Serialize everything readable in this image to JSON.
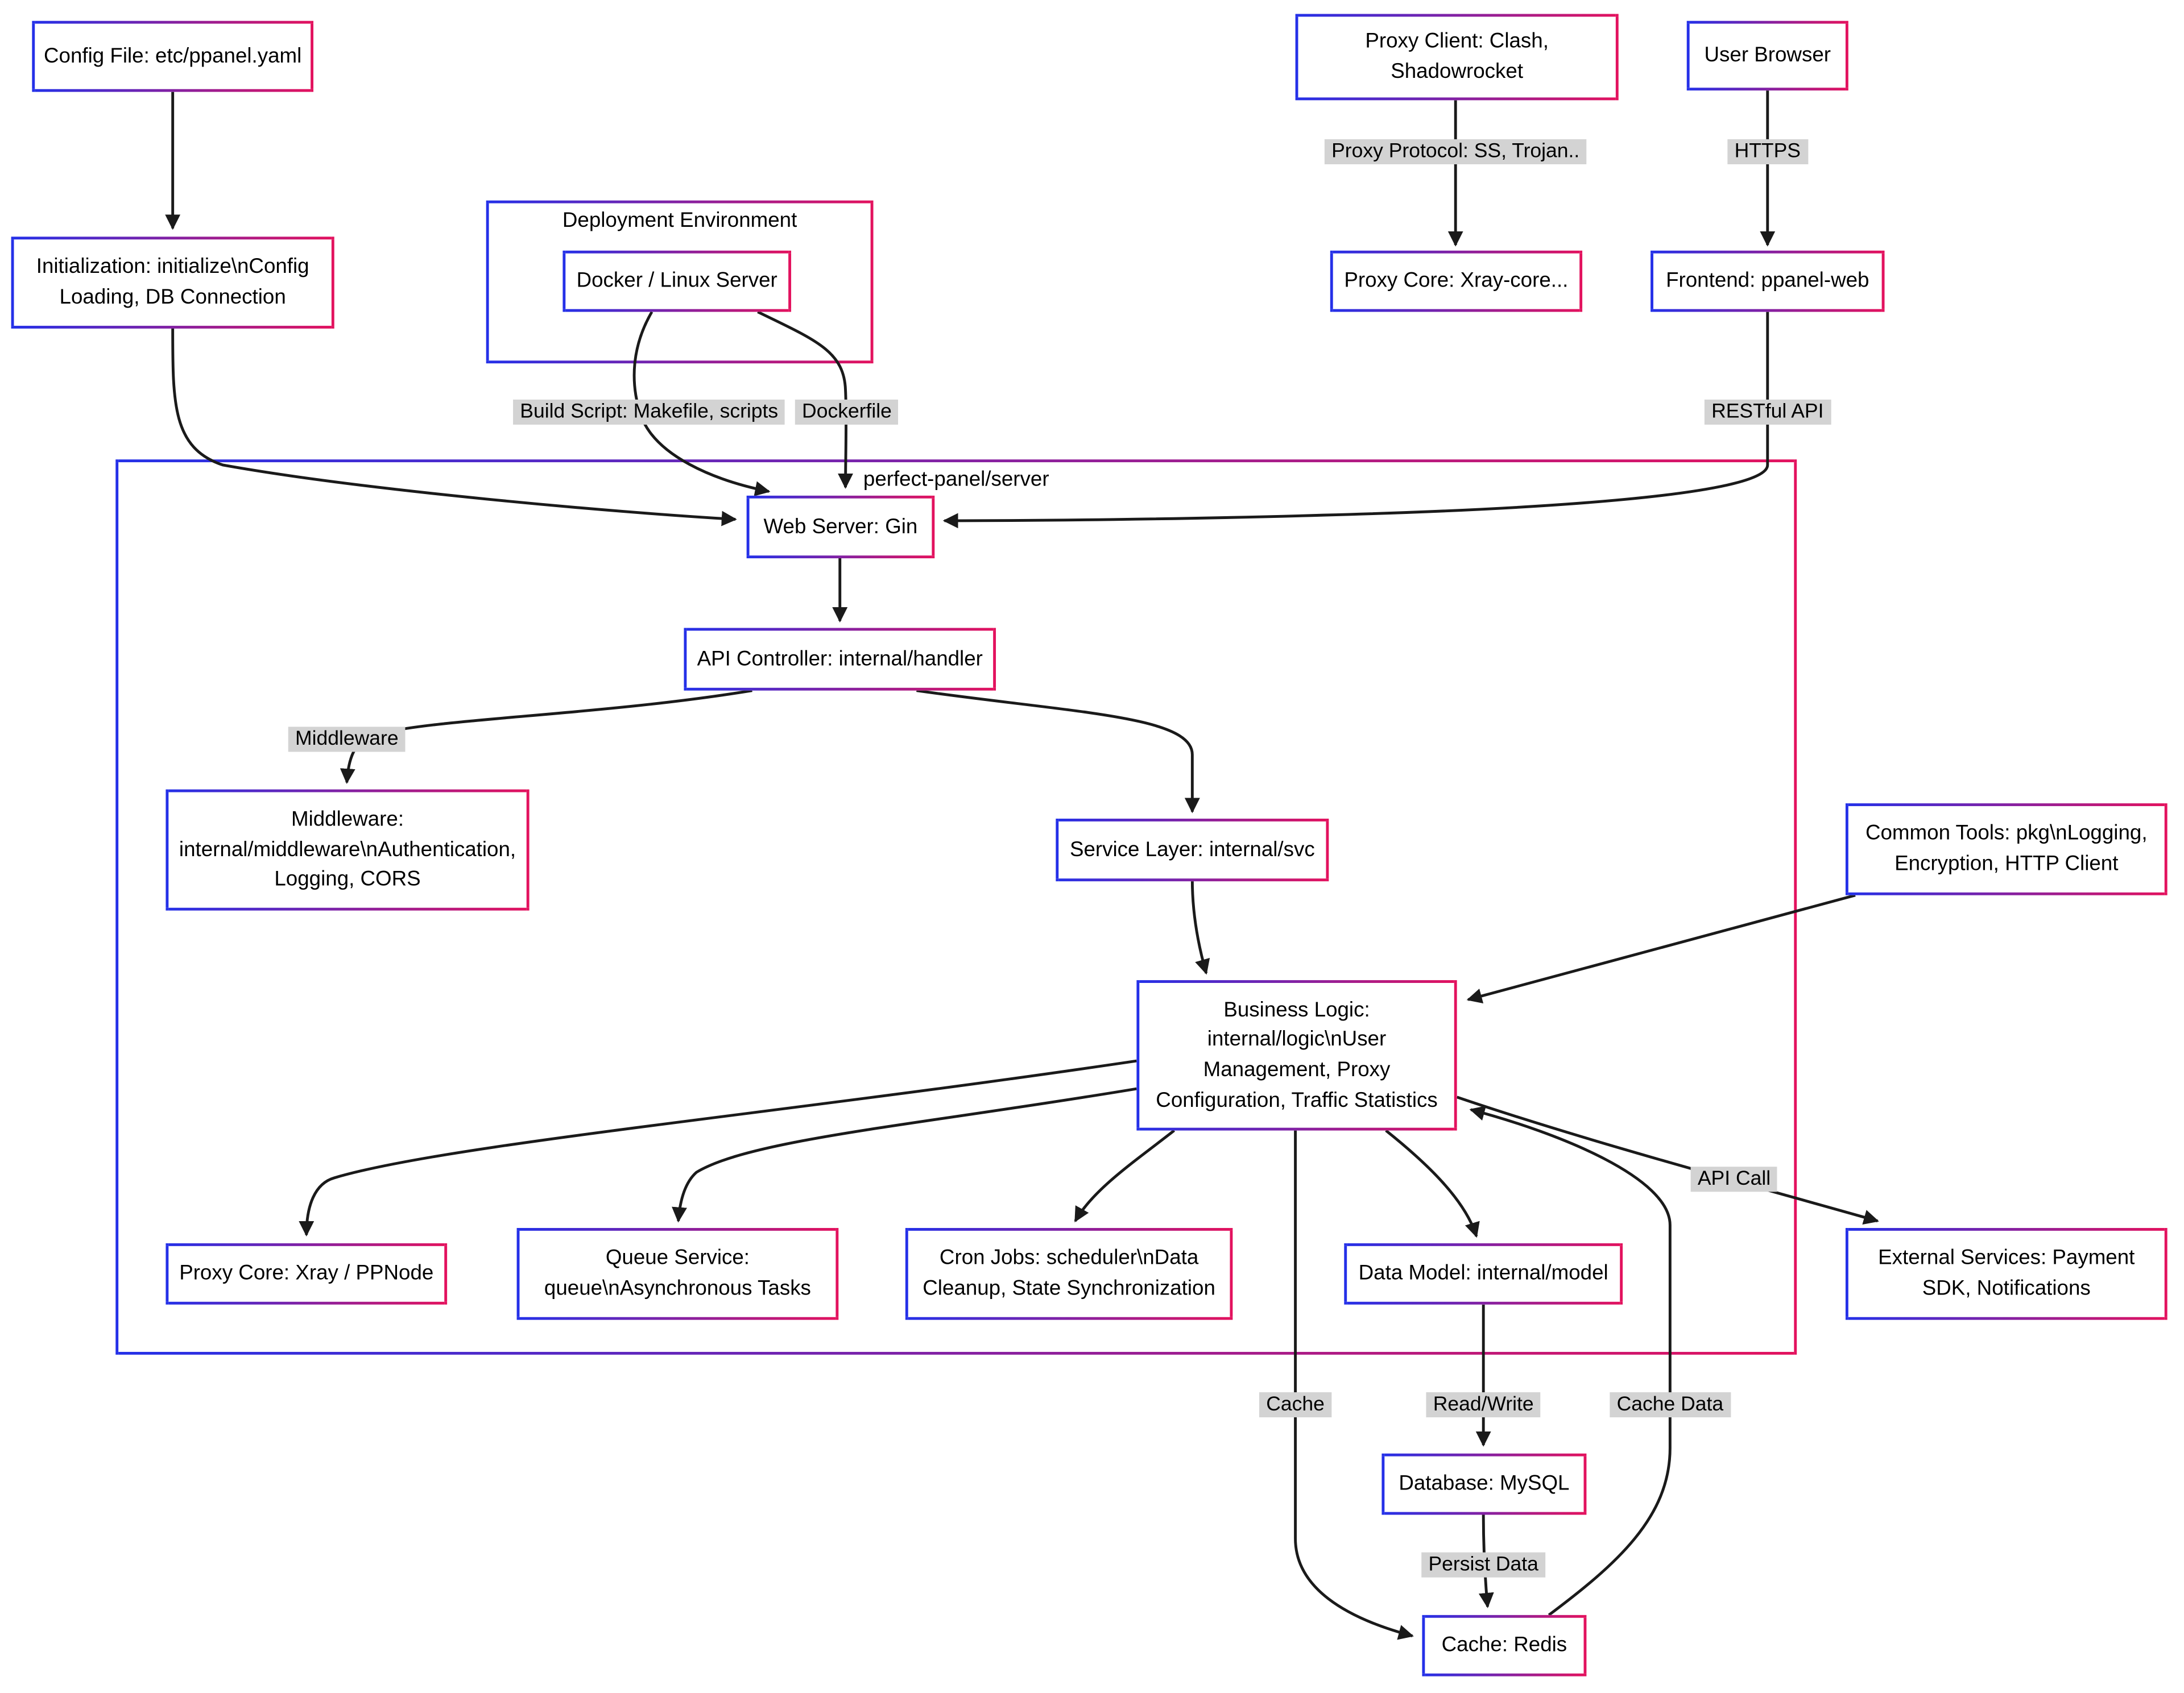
{
  "diagram": {
    "containers": {
      "deployment_env": {
        "title": "Deployment Environment"
      },
      "server": {
        "title": "perfect-panel/server"
      }
    },
    "nodes": {
      "config_file": {
        "label": "Config File: etc/ppanel.yaml"
      },
      "initialization": {
        "label": "Initialization: initialize\\nConfig Loading, DB Connection"
      },
      "docker_server": {
        "label": "Docker / Linux Server"
      },
      "proxy_client": {
        "label": "Proxy Client: Clash, Shadowrocket"
      },
      "user_browser": {
        "label": "User Browser"
      },
      "proxy_core_xray": {
        "label": "Proxy Core: Xray-core..."
      },
      "frontend": {
        "label": "Frontend: ppanel-web"
      },
      "web_server": {
        "label": "Web Server: Gin"
      },
      "api_controller": {
        "label": "API Controller: internal/handler"
      },
      "middleware": {
        "label": "Middleware: internal/middleware\\nAuthentication, Logging, CORS"
      },
      "service_layer": {
        "label": "Service Layer: internal/svc"
      },
      "common_tools": {
        "label": "Common Tools: pkg\\nLogging, Encryption, HTTP Client"
      },
      "business_logic": {
        "label": "Business Logic: internal/logic\\nUser Management, Proxy Configuration, Traffic Statistics"
      },
      "proxy_core_node": {
        "label": "Proxy Core: Xray / PPNode"
      },
      "queue_service": {
        "label": "Queue Service: queue\\nAsynchronous Tasks"
      },
      "cron_jobs": {
        "label": "Cron Jobs: scheduler\\nData Cleanup, State Synchronization"
      },
      "data_model": {
        "label": "Data Model: internal/model"
      },
      "external_services": {
        "label": "External Services: Payment SDK, Notifications"
      },
      "database": {
        "label": "Database: MySQL"
      },
      "cache": {
        "label": "Cache: Redis"
      }
    },
    "edge_labels": {
      "proxy_protocol": "Proxy Protocol: SS, Trojan..",
      "https": "HTTPS",
      "build_script": "Build Script: Makefile, scripts",
      "dockerfile": "Dockerfile",
      "restful_api": "RESTful API",
      "middleware": "Middleware",
      "api_call": "API Call",
      "cache": "Cache",
      "read_write": "Read/Write",
      "cache_data": "Cache Data",
      "persist_data": "Persist Data"
    },
    "colors": {
      "border_gradient_start": "#2430e8",
      "border_gradient_end": "#e3125e",
      "edge_label_bg": "#d3d3d3",
      "edge_color": "#1a1a1a",
      "background": "#ffffff"
    }
  }
}
